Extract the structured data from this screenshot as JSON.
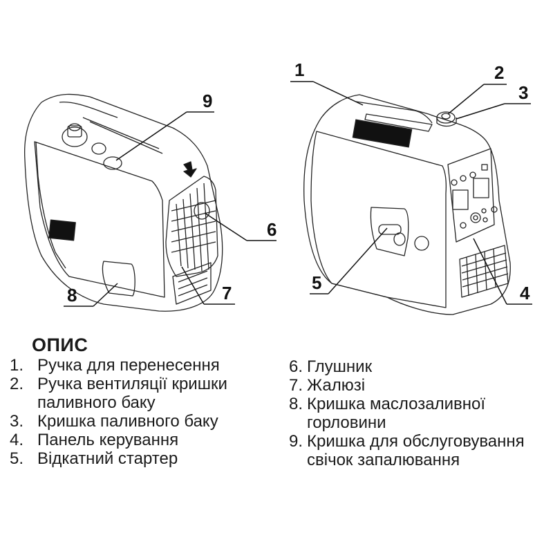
{
  "diagram": {
    "left_view_callouts": [
      "9",
      "6",
      "7",
      "8"
    ],
    "right_view_callouts": [
      "1",
      "2",
      "3",
      "4",
      "5"
    ]
  },
  "description": {
    "title": "ОПИС",
    "items_left": [
      {
        "num": "1.",
        "lines": [
          "Ручка для перенесення"
        ]
      },
      {
        "num": "2.",
        "lines": [
          "Ручка вентиляції кришки",
          "паливного баку"
        ]
      },
      {
        "num": "3.",
        "lines": [
          "Кришка паливного баку"
        ]
      },
      {
        "num": "4.",
        "lines": [
          "Панель керування"
        ]
      },
      {
        "num": "5.",
        "lines": [
          "Відкатний стартер"
        ]
      }
    ],
    "items_right": [
      {
        "num": "6.",
        "lines": [
          "Глушник"
        ]
      },
      {
        "num": "7.",
        "lines": [
          "Жалюзі"
        ]
      },
      {
        "num": "8.",
        "lines": [
          "Кришка маслозаливної",
          "горловини"
        ]
      },
      {
        "num": "9.",
        "lines": [
          "Кришка для обслуговування",
          "свічок запалювання"
        ]
      }
    ]
  },
  "labels": {
    "c1": "1",
    "c2": "2",
    "c3": "3",
    "c4": "4",
    "c5": "5",
    "c6": "6",
    "c7": "7",
    "c8": "8",
    "c9": "9",
    "i1_num": "1.",
    "i1_l1": "Ручка для перенесення",
    "i2_num": "2.",
    "i2_l1": "Ручка вентиляції кришки",
    "i2_l2": "паливного баку",
    "i3_num": "3.",
    "i3_l1": "Кришка паливного баку",
    "i4_num": "4.",
    "i4_l1": "Панель керування",
    "i5_num": "5.",
    "i5_l1": "Відкатний стартер",
    "i6_num": "6.",
    "i6_l1": "Глушник",
    "i7_num": "7.",
    "i7_l1": "Жалюзі",
    "i8_num": "8.",
    "i8_l1": "Кришка маслозаливної",
    "i8_l2": "горловини",
    "i9_num": "9.",
    "i9_l1": "Кришка для обслуговування",
    "i9_l2": "свічок запалювання"
  }
}
